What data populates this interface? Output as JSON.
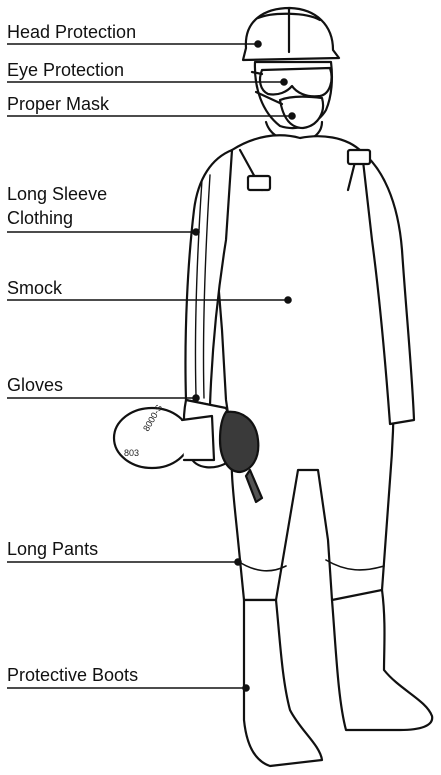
{
  "labels": {
    "head_protection": "Head Protection",
    "eye_protection": "Eye Protection",
    "proper_mask": "Proper Mask",
    "long_sleeve_line1": "Long Sleeve",
    "long_sleeve_line2": "Clothing",
    "smock": "Smock",
    "gloves": "Gloves",
    "long_pants": "Long Pants",
    "protective_boots": "Protective Boots"
  },
  "respirator_text": {
    "model_a": "8000-S",
    "model_b": "803"
  }
}
